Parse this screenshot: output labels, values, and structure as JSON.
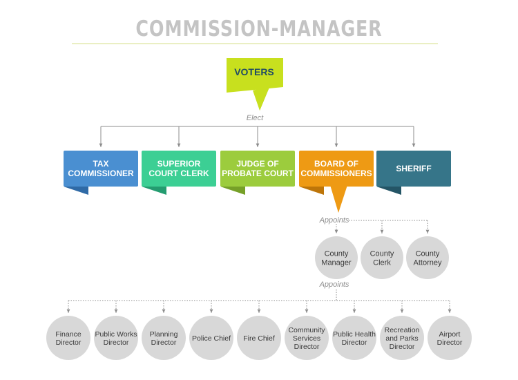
{
  "title": "COMMISSION-MANAGER",
  "voters": {
    "label": "VOTERS",
    "color": "#c8e01e",
    "fold_color": "#9fb51a",
    "text_color": "#1f4a66"
  },
  "elect_label": "Elect",
  "offices": [
    {
      "lines": [
        "TAX",
        "COMMISSIONER"
      ],
      "color": "#4a8fd1",
      "fold_color": "#2f6aa6"
    },
    {
      "lines": [
        "SUPERIOR",
        "COURT CLERK"
      ],
      "color": "#3ccf94",
      "fold_color": "#249c70"
    },
    {
      "lines": [
        "JUDGE OF",
        "PROBATE COURT"
      ],
      "color": "#9ccc3d",
      "fold_color": "#76a028"
    },
    {
      "lines": [
        "BOARD OF",
        "COMMISSIONERS"
      ],
      "color": "#ee9a14",
      "fold_color": "#bd7509"
    },
    {
      "lines": [
        "SHERIFF"
      ],
      "color": "#367589",
      "fold_color": "#245566"
    }
  ],
  "appoints_label_1": "Appoints",
  "appointees": [
    {
      "lines": [
        "County",
        "Manager"
      ]
    },
    {
      "lines": [
        "County",
        "Clerk"
      ]
    },
    {
      "lines": [
        "County",
        "Attorney"
      ]
    }
  ],
  "appoints_label_2": "Appoints",
  "directors": [
    {
      "lines": [
        "Finance",
        "Director"
      ]
    },
    {
      "lines": [
        "Public Works",
        "Director"
      ]
    },
    {
      "lines": [
        "Planning",
        "Director"
      ]
    },
    {
      "lines": [
        "Police Chief"
      ]
    },
    {
      "lines": [
        "Fire Chief"
      ]
    },
    {
      "lines": [
        "Community",
        "Services",
        "Director"
      ]
    },
    {
      "lines": [
        "Public Health",
        "Director"
      ]
    },
    {
      "lines": [
        "Recreation",
        "and Parks",
        "Director"
      ]
    },
    {
      "lines": [
        "Airport",
        "Director"
      ]
    }
  ],
  "circle_color": "#d8d8d8",
  "connector_color": "#8c8c8c",
  "label_color": "#8c8c8c"
}
